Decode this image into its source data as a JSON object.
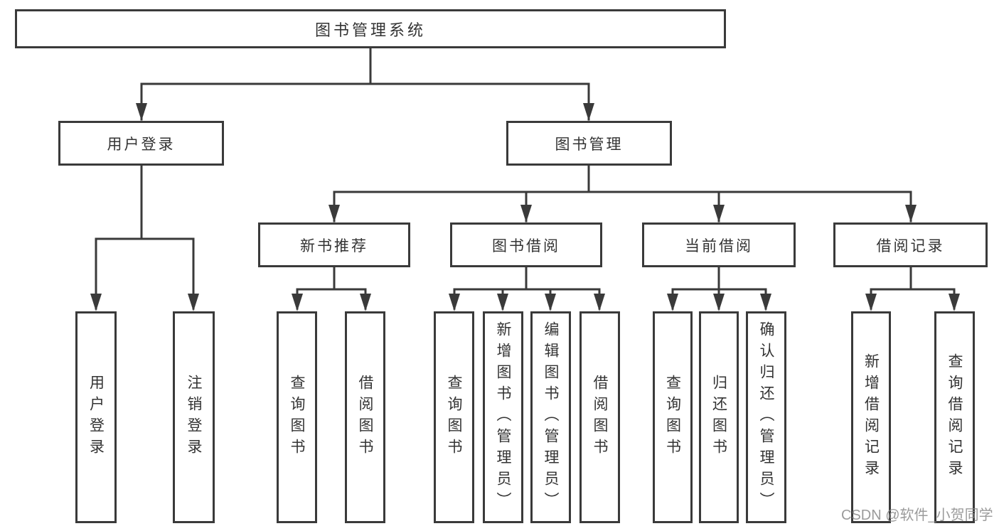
{
  "diagram": {
    "title": "图书管理系统",
    "branches": [
      {
        "label": "用户登录",
        "children": [
          "用户登录",
          "注销登录"
        ]
      },
      {
        "label": "图书管理",
        "groups": [
          {
            "label": "新书推荐",
            "children": [
              "查询图书",
              "借阅图书"
            ]
          },
          {
            "label": "图书借阅",
            "children": [
              "查询图书",
              "新增图书（管理员）",
              "编辑图书（管理员）",
              "借阅图书"
            ]
          },
          {
            "label": "当前借阅",
            "children": [
              "查询图书",
              "归还图书",
              "确认归还（管理员）"
            ]
          },
          {
            "label": "借阅记录",
            "children": [
              "新增借阅记录",
              "查询借阅记录"
            ]
          }
        ]
      }
    ]
  },
  "watermark": {
    "text": "CSDN @软件_小贺同学"
  },
  "colors": {
    "line": "#3a3a3a",
    "box_border": "#3a3a3a",
    "box_fill": "#ffffff",
    "text": "#333333",
    "watermark": "#8a8a8a"
  }
}
